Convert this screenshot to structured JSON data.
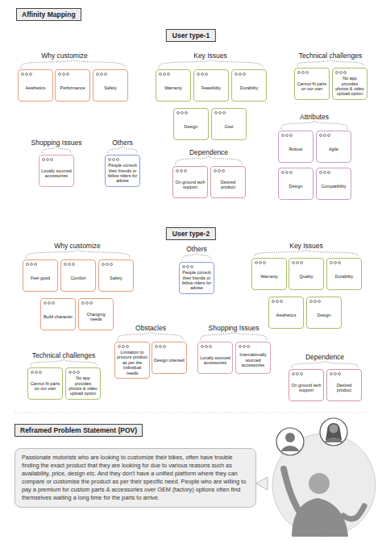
{
  "diagram": {
    "title": "Affinity Mapping",
    "nodes": [
      {
        "text": [
          "User type-1"
        ]
      },
      {
        "text": [
          "Aesthetics"
        ]
      },
      {
        "text": [
          "Performance"
        ]
      },
      {
        "text": [
          "Safety"
        ]
      },
      {
        "text": [
          "Warranty"
        ]
      },
      {
        "text": [
          "Feasibility"
        ]
      },
      {
        "text": [
          "Durability"
        ]
      },
      {
        "text": [
          "Design"
        ]
      },
      {
        "text": [
          "Cost"
        ]
      },
      {
        "text": [
          "Cannot fit parts on our own"
        ]
      },
      {
        "text": [
          "No app provides photos & video upload option"
        ]
      },
      {
        "text": [
          "Robust"
        ]
      },
      {
        "text": [
          "Agile"
        ]
      },
      {
        "text": [
          "Design"
        ]
      },
      {
        "text": [
          "Compatibility"
        ]
      },
      {
        "text": [
          "Locally sourced accessories"
        ]
      },
      {
        "text": [
          "People consult their friends or fellow riders for advise"
        ]
      },
      {
        "text": [
          "On ground tech support"
        ]
      },
      {
        "text": [
          "Desired product"
        ]
      },
      {
        "text": [
          "User type-2"
        ]
      },
      {
        "text": [
          "Feel good"
        ]
      },
      {
        "text": [
          "Comfort"
        ]
      },
      {
        "text": [
          "Safety"
        ]
      },
      {
        "text": [
          "Build character"
        ]
      },
      {
        "text": [
          "Changing needs"
        ]
      },
      {
        "text": [
          "People consult their friends or fellow riders for advise"
        ]
      },
      {
        "text": [
          "Warranty"
        ]
      },
      {
        "text": [
          "Quality"
        ]
      },
      {
        "text": [
          "Durability"
        ]
      },
      {
        "text": [
          "Aesthetics"
        ]
      },
      {
        "text": [
          "Design"
        ]
      },
      {
        "text": [
          "Limitation to procure product as per the individual needs"
        ]
      },
      {
        "text": [
          "Design oriented"
        ]
      },
      {
        "text": [
          "Locally sourced accessories"
        ]
      },
      {
        "text": [
          "Internationally sourced accessories"
        ]
      },
      {
        "text": [
          "Cannot fit parts on our own"
        ]
      },
      {
        "text": [
          "No app provides photos & video upload option"
        ]
      },
      {
        "text": [
          "On ground tech support"
        ]
      },
      {
        "text": [
          "Desired product"
        ]
      },
      {
        "text": [
          "Reframed Problem Statement (POV)"
        ]
      },
      {
        "text": [
          "Passionate motorists who are looking to customize their bikes, often have trouble finding the exact product that they are looking for due to various reasons such as availability, price, design etc. And they don't have a unified platform where they can compare or customise the product as per their specific need. People who are willing to pay a premium for custom parts & accessories over OEM (factory) options often find themselves waiting a long time for the parts to arrive."
        ]
      }
    ],
    "labels": [
      "Why customize",
      "Key Issues",
      "Technical challenges",
      "Attributes",
      "Shopping Issues",
      "Others",
      "Dependence",
      "Why customize",
      "Others",
      "Key Issues",
      "Obstacles",
      "Shopping Issues",
      "Technical challenges",
      "Dependence"
    ]
  }
}
